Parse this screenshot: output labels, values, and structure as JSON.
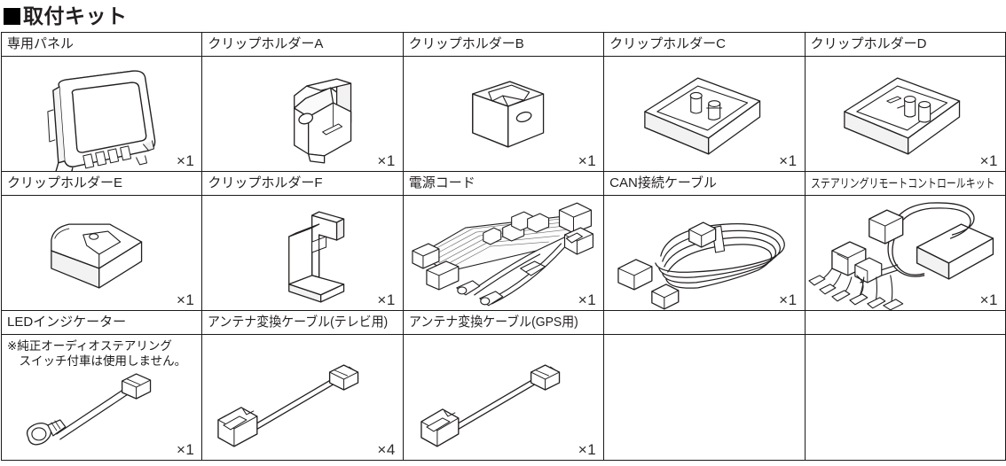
{
  "title": {
    "marker": "filled-square",
    "text": "取付キット"
  },
  "quantities": {
    "one": "×1",
    "four": "×4"
  },
  "rows": [
    {
      "cells": [
        {
          "label": "専用パネル",
          "qty": "×1",
          "art": "panel"
        },
        {
          "label": "クリップホルダーA",
          "qty": "×1",
          "art": "clip-a"
        },
        {
          "label": "クリップホルダーB",
          "qty": "×1",
          "art": "clip-b"
        },
        {
          "label": "クリップホルダーC",
          "qty": "×1",
          "art": "clip-c"
        },
        {
          "label": "クリップホルダーD",
          "qty": "×1",
          "art": "clip-d"
        }
      ]
    },
    {
      "cells": [
        {
          "label": "クリップホルダーE",
          "qty": "×1",
          "art": "clip-e"
        },
        {
          "label": "クリップホルダーF",
          "qty": "×1",
          "art": "clip-f"
        },
        {
          "label": "電源コード",
          "qty": "×1",
          "art": "power-cord"
        },
        {
          "label": "CAN接続ケーブル",
          "qty": "×1",
          "art": "can-cable"
        },
        {
          "label": "ステアリングリモートコントロールキット",
          "qty": "×1",
          "art": "steering-remote-kit"
        }
      ]
    },
    {
      "cells": [
        {
          "label": "LEDインジケーター",
          "qty": "×1",
          "art": "led-indicator",
          "note": "※純正オーディオステアリング\n　スイッチ付車は使用しません。"
        },
        {
          "label": "アンテナ変換ケーブル(テレビ用)",
          "qty": "×4",
          "art": "antenna-cable-tv"
        },
        {
          "label": "アンテナ変換ケーブル(GPS用)",
          "qty": "×1",
          "art": "antenna-cable-gps"
        },
        {
          "label": "",
          "qty": "",
          "art": ""
        },
        {
          "label": "",
          "qty": "",
          "art": ""
        }
      ]
    }
  ],
  "colors": {
    "ink": "#231f20",
    "line": "#1a1a1a",
    "paper": "#ffffff",
    "shade": "#e9e9ea"
  }
}
